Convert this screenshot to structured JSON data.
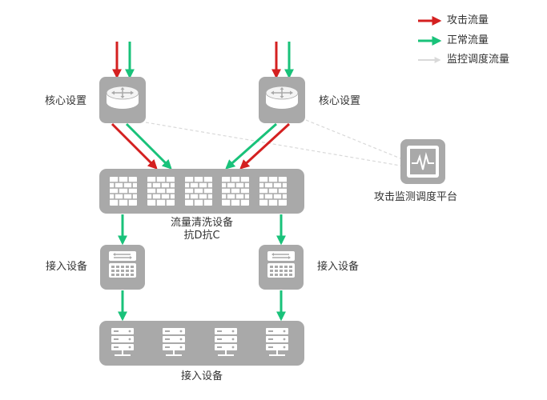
{
  "legend": {
    "attack": {
      "label": "攻击流量",
      "color": "#d42020"
    },
    "normal": {
      "label": "正常流量",
      "color": "#19c27a"
    },
    "monitor": {
      "label": "监控调度流量",
      "color": "#d9d9d9"
    }
  },
  "nodes": {
    "core_left_label": "核心设置",
    "core_right_label": "核心设置",
    "cleaning_label_line1": "流量清洗设备",
    "cleaning_label_line2": "抗D抗C",
    "access_left_label": "接入设备",
    "access_right_label": "接入设备",
    "servers_label": "接入设备",
    "platform_label": "攻击监测调度平台"
  },
  "colors": {
    "device_fill": "#a9a9a9",
    "device_dark": "#8f8f8f",
    "icon_white": "#ffffff"
  },
  "icons": {
    "router": "router-icon",
    "firewall": "firewall-brick-icon",
    "switch": "access-switch-icon",
    "server": "server-rack-icon",
    "monitor": "monitor-pulse-icon"
  }
}
